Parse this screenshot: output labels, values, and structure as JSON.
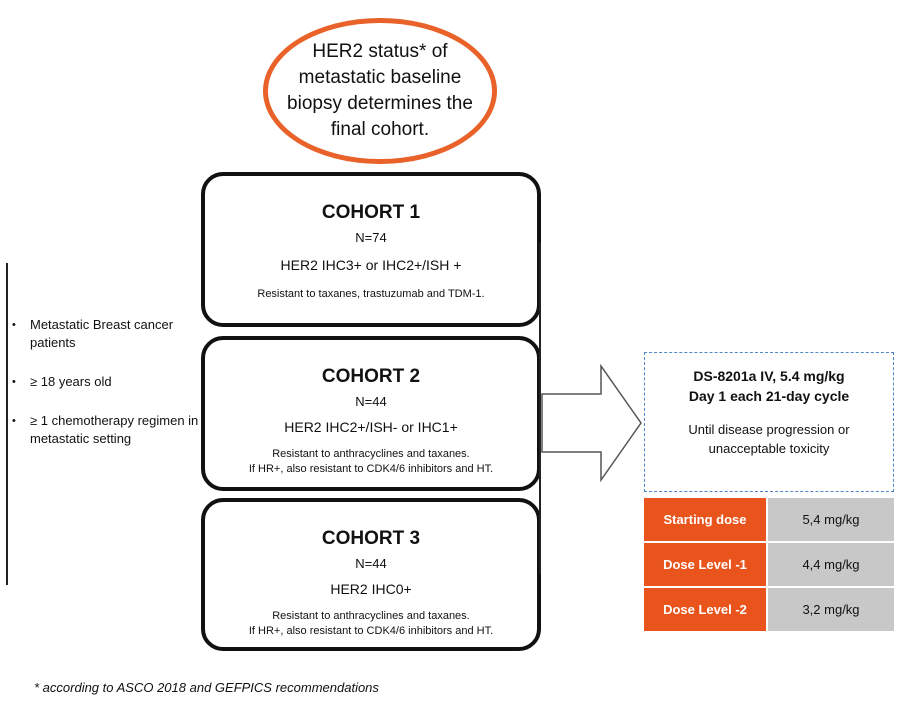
{
  "callout": {
    "text": "HER2 status* of\nmetastatic baseline\nbiopsy determines the\nfinal cohort."
  },
  "cohorts": [
    {
      "title": "COHORT 1",
      "n": "N=74",
      "her2": "HER2 IHC3+ or IHC2+/ISH +",
      "resistance": "Resistant to taxanes, trastuzumab and TDM-1."
    },
    {
      "title": "COHORT 2",
      "n": "N=44",
      "her2": "HER2 IHC2+/ISH- or IHC1+",
      "resistance": "Resistant to anthracyclines and taxanes.\nIf HR+, also resistant to CDK4/6 inhibitors and HT."
    },
    {
      "title": "COHORT 3",
      "n": "N=44",
      "her2": "HER2 IHC0+",
      "resistance": "Resistant to anthracyclines and taxanes.\nIf HR+, also resistant to CDK4/6 inhibitors and HT."
    }
  ],
  "eligibility": {
    "bullet_glyph": "•",
    "items": [
      "Metastatic Breast cancer patients",
      "≥ 18 years old",
      "≥ 1 chemotherapy regimen in metastatic setting"
    ]
  },
  "treatment": {
    "title": "DS-8201a IV, 5.4 mg/kg\nDay 1 each 21-day cycle",
    "duration": "Until disease progression or\nunacceptable toxicity"
  },
  "dose_levels": [
    {
      "label": "Starting dose",
      "value": "5,4 mg/kg"
    },
    {
      "label": "Dose Level -1",
      "value": "4,4 mg/kg"
    },
    {
      "label": "Dose Level -2",
      "value": "3,2 mg/kg"
    }
  ],
  "footnote": "* according to ASCO 2018 and GEFPICS recommendations",
  "colors": {
    "callout_border": "#e8622a",
    "dose_label_bg": "#e8541c",
    "dose_value_bg": "#c8c8c8",
    "treatment_border": "#4f86c6"
  }
}
